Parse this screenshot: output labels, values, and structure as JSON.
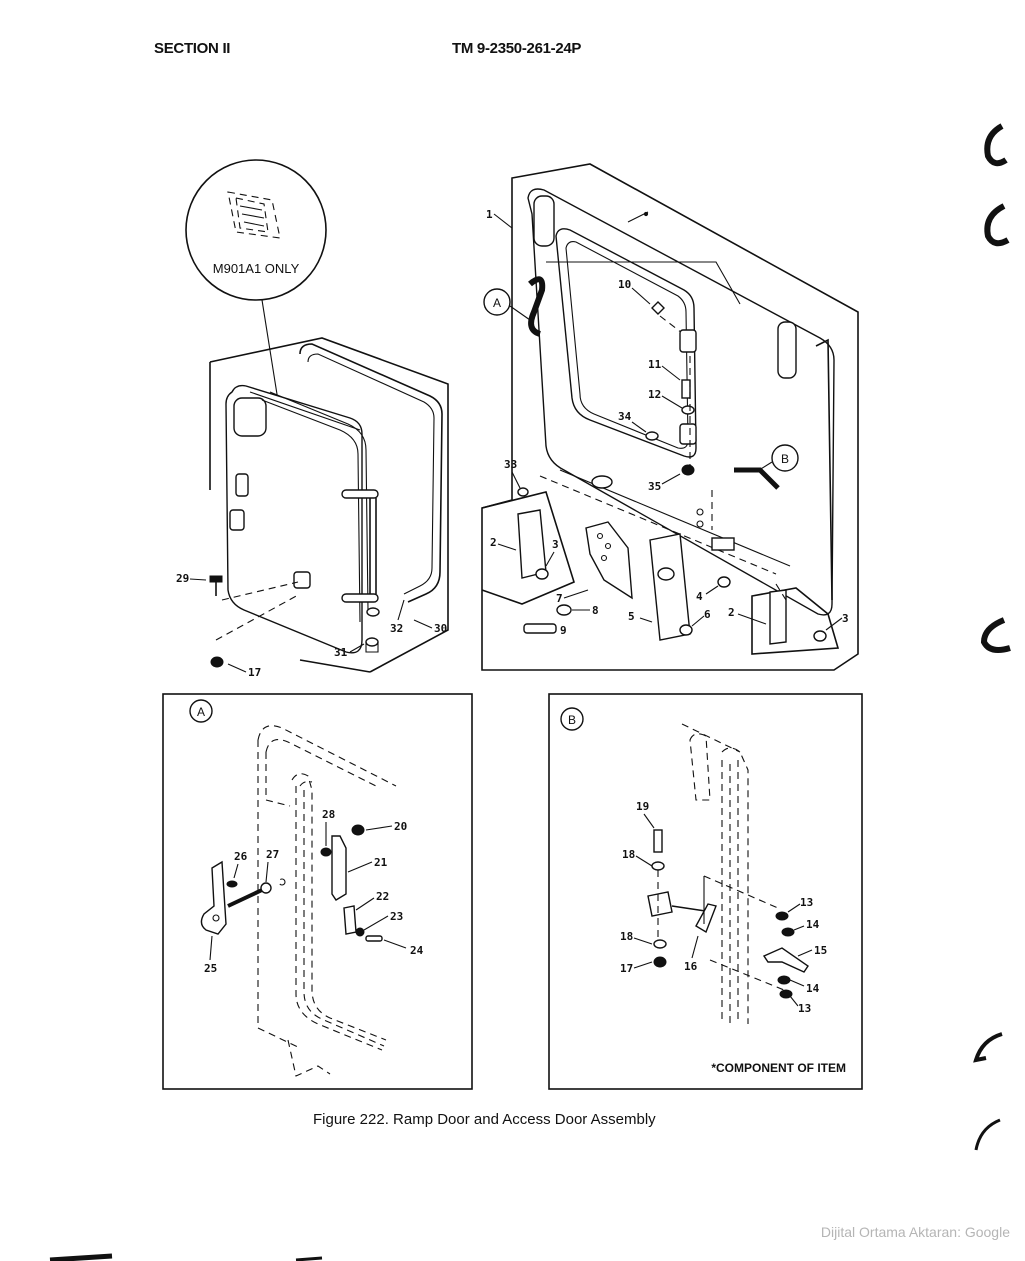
{
  "header": {
    "section": "SECTION II",
    "tm_number": "TM 9-2350-261-24P"
  },
  "inset_label": "M901A1 ONLY",
  "detail_a_letter": "A",
  "detail_b_letter": "B",
  "component_note": "*COMPONENT OF ITEM",
  "caption": "Figure 222.   Ramp Door and Access Door Assembly",
  "watermark": "Dijital Ortama Aktaran: Google",
  "item_numbers": {
    "n1": "1",
    "n2a": "2",
    "n2b": "2",
    "n3a": "3",
    "n3b": "3",
    "n4": "4",
    "n5": "5",
    "n6": "6",
    "n7": "7",
    "n8": "8",
    "n9": "9",
    "n10": "10",
    "n11": "11",
    "n12": "12",
    "n13a": "13",
    "n13b": "13",
    "n14a": "14",
    "n14b": "14",
    "n15": "15",
    "n16": "16",
    "n17a": "17",
    "n17b": "17",
    "n18a": "18",
    "n18b": "18",
    "n19": "19",
    "n20": "20",
    "n21": "21",
    "n22": "22",
    "n23": "23",
    "n24": "24",
    "n25": "25",
    "n26": "26",
    "n27": "27",
    "n28": "28",
    "n29": "29",
    "n30": "30",
    "n31": "31",
    "n32": "32",
    "n33": "33",
    "n34": "34",
    "n35": "35"
  }
}
